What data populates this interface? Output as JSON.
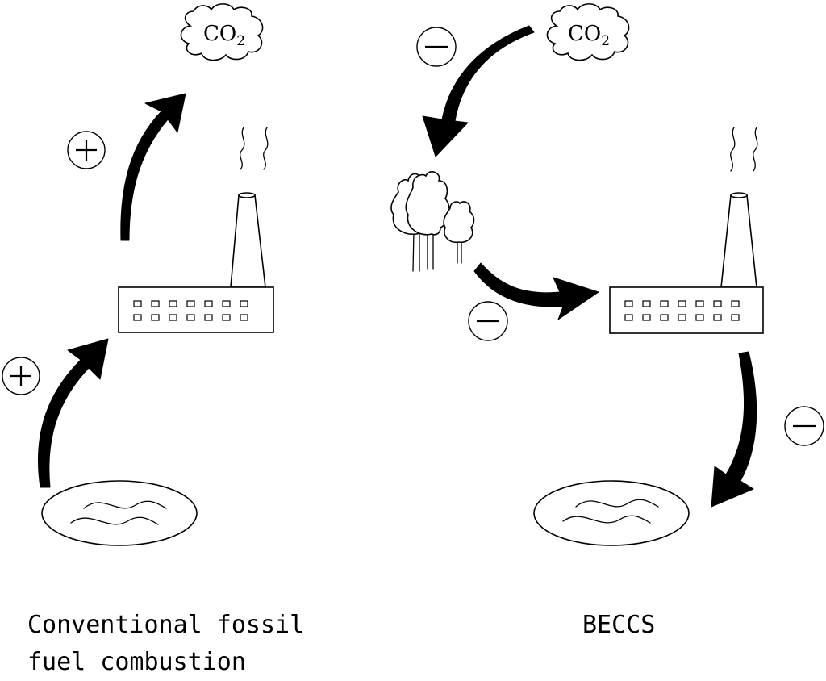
{
  "panels": {
    "conventional": {
      "caption_line1": "Conventional fossil",
      "caption_line2": "fuel combustion",
      "cloud_label": "CO",
      "cloud_subscript": "2",
      "arrow_signs": [
        "+",
        "+"
      ]
    },
    "beccs": {
      "caption": "BECCS",
      "cloud_label": "CO",
      "cloud_subscript": "2",
      "arrow_signs": [
        "−",
        "−",
        "−"
      ]
    }
  }
}
